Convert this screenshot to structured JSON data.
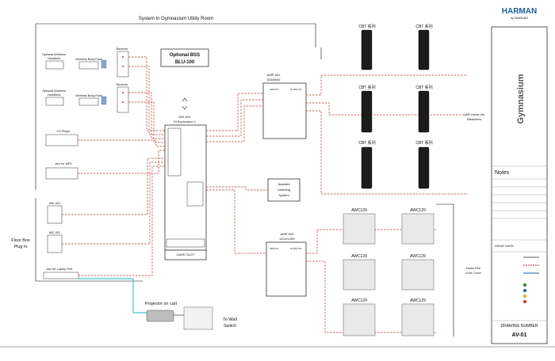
{
  "header": {
    "title": "System In Gymnasium Utility Room",
    "brand": "HARMAN",
    "brand_sub": "by SAMSUNG"
  },
  "inputs": {
    "wireless1_title": "Optional Wireless",
    "wireless1_sub": "Handheld",
    "bodypack1": "Wireless Body Pack",
    "wireless2_title": "Optional Wireless",
    "wireless2_sub": "Handheld",
    "bodypack2": "Wireless Body Pack",
    "receiver1": "Receiver",
    "receiver2": "Receiver",
    "cd_player": "CD Player",
    "aux_mp3": "Aux for MP3",
    "mic1": "MIC-001",
    "mic2": "MIC-002",
    "aux_laptop": "Aux for Laptop Port",
    "floor_box": "Floor Box",
    "floor_box2": "Plug In"
  },
  "mixer": {
    "optional_label": "Optional BSS",
    "optional_model": "BLU-100",
    "id": "MIX-001",
    "model": "SI Expression 1",
    "card_slot": "CARD SLOT"
  },
  "amp1": {
    "id": "AMP-001",
    "model": "DCi8/600",
    "inputs": "INPUTS",
    "outputs": "OUTPUTS"
  },
  "amp2": {
    "id": "AMP-002",
    "model": "DCi2/1250",
    "inputs": "INPUTS",
    "outputs": "OUTPUTS"
  },
  "assisted": {
    "line1": "Assisted",
    "line2": "Listening",
    "line3": "System"
  },
  "speakers": {
    "cbt_label": "CBT 系列",
    "awc_label": "AWC129",
    "lcr_line1": "LCR Home Vis",
    "lcr_line2": "Bleachers",
    "down_line1": "Down Fire",
    "down_line2": "Over Court"
  },
  "projector": {
    "label": "Projector on cart",
    "wall_line1": "To Wall",
    "wall_line2": "Switch"
  },
  "panel": {
    "title": "Gymnasium",
    "notes": "Notes",
    "issue_date": "ISSUE DATE:",
    "drawing_number_label": "DRAWING NUMBER",
    "drawing_number": "AV-01"
  }
}
